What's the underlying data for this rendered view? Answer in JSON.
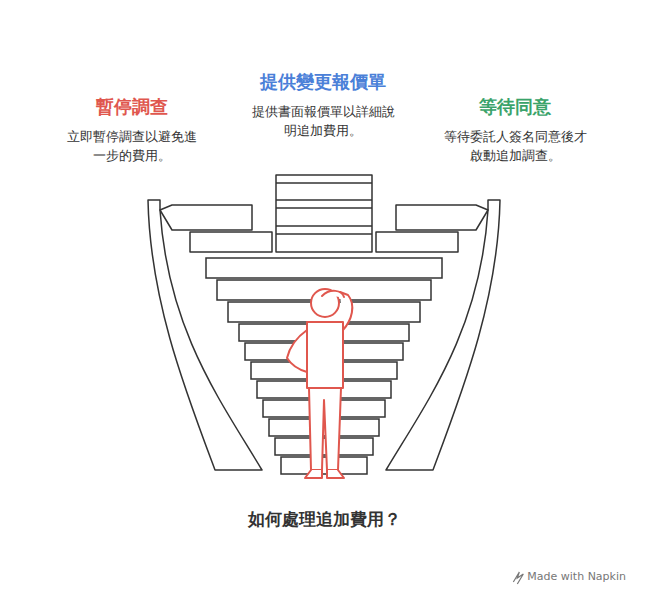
{
  "diagram": {
    "title": "如何處理追加費用？",
    "nodes": [
      {
        "text": [
          "暫停調查",
          "立即暫停調查以避免進一步的費用。"
        ]
      },
      {
        "text": [
          "提供變更報價單",
          "提供書面報價單以詳細說明追加費用。"
        ]
      },
      {
        "text": [
          "等待同意",
          "等待委託人簽名同意後才啟動追加調查。"
        ]
      }
    ],
    "labels": [
      "Made with Napkin"
    ]
  }
}
